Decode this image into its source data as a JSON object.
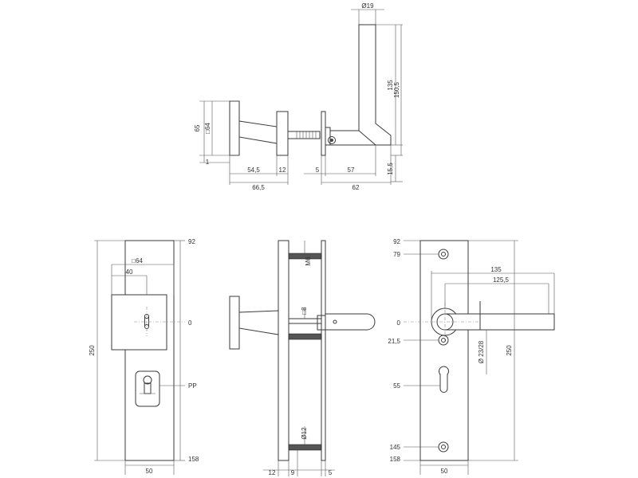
{
  "top_view": {
    "dim_rose_diameter": "64",
    "dim_rose_height": "65",
    "dim_base_offset": "1",
    "dim_rose_depth": "54,5",
    "dim_plate_thickness": "12",
    "dim_total_left": "66,5",
    "dim_backplate": "5",
    "dim_handle_projection": "57",
    "dim_total_right": "62",
    "dim_handle_diameter": "19",
    "dim_handle_length_short": "135",
    "dim_handle_length_long": "150,5",
    "dim_handle_offset": "15,5"
  },
  "front_knob_view": {
    "dim_top": "92",
    "dim_rose_square": "64",
    "dim_rose_offset": "40",
    "dim_center": "0",
    "dim_plate_height": "250",
    "dim_cylinder": "PP",
    "dim_bottom": "158",
    "dim_plate_width": "50"
  },
  "side_view": {
    "dim_screw": "M6",
    "dim_spindle": "8",
    "dim_cylinder_dia": "12",
    "dim_rose_thickness": "12",
    "dim_plate_thickness": "9",
    "dim_backplate": "5"
  },
  "front_handle_view": {
    "dim_top": "92",
    "dim_screw_top": "79",
    "dim_length_135": "135",
    "dim_length_125": "125,5",
    "dim_center": "0",
    "dim_screw_mid": "21,5",
    "dim_handle_dia": "23/28",
    "dim_plate_height": "250",
    "dim_cylinder": "55",
    "dim_screw_bottom": "145",
    "dim_bottom": "158",
    "dim_plate_width": "50"
  }
}
